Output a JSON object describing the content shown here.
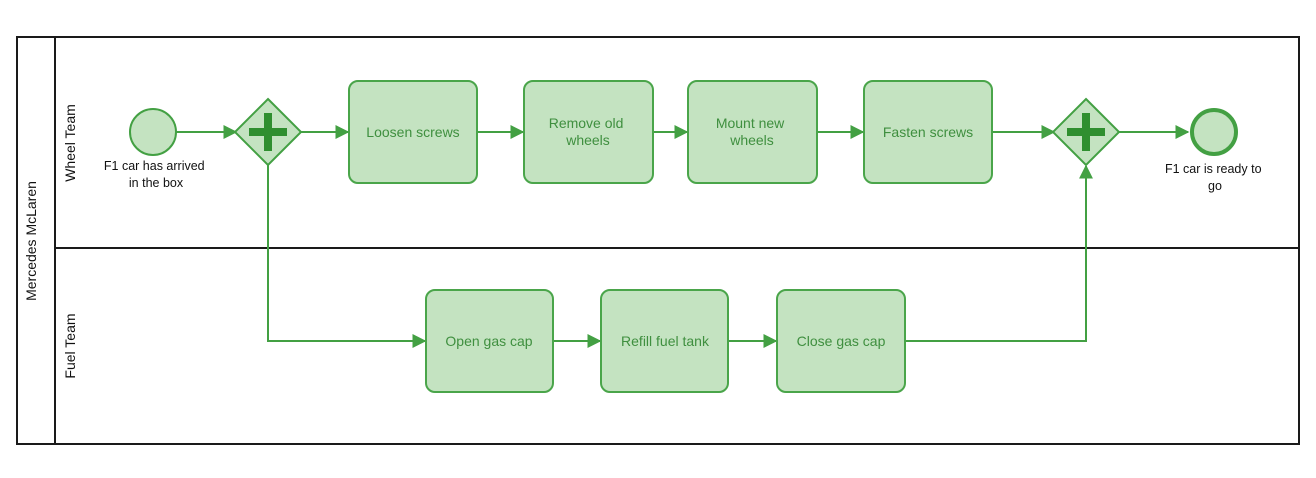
{
  "pool": {
    "name": "Mercedes McLaren"
  },
  "lanes": [
    {
      "name": "Wheel Team"
    },
    {
      "name": "Fuel Team"
    }
  ],
  "events": {
    "start": {
      "label_lines": [
        "F1 car has arrived",
        "in the box"
      ]
    },
    "end": {
      "label_lines": [
        "F1 car is ready to",
        "go"
      ]
    }
  },
  "gateways": {
    "split": {
      "type": "parallel",
      "symbol": "plus"
    },
    "join": {
      "type": "parallel",
      "symbol": "plus"
    }
  },
  "tasks": {
    "loosen": {
      "lines": [
        "Loosen screws"
      ]
    },
    "remove": {
      "lines": [
        "Remove old",
        "wheels"
      ]
    },
    "mount": {
      "lines": [
        "Mount new",
        "wheels"
      ]
    },
    "fasten": {
      "lines": [
        "Fasten screws"
      ]
    },
    "open_cap": {
      "lines": [
        "Open gas cap"
      ]
    },
    "refill": {
      "lines": [
        "Refill fuel tank"
      ]
    },
    "close_cap": {
      "lines": [
        "Close gas cap"
      ]
    }
  },
  "colors": {
    "task_fill": "#c4e3c1",
    "stroke_green": "#43a043",
    "text_green": "#3f8f3f",
    "border": "#1a1a1a"
  }
}
